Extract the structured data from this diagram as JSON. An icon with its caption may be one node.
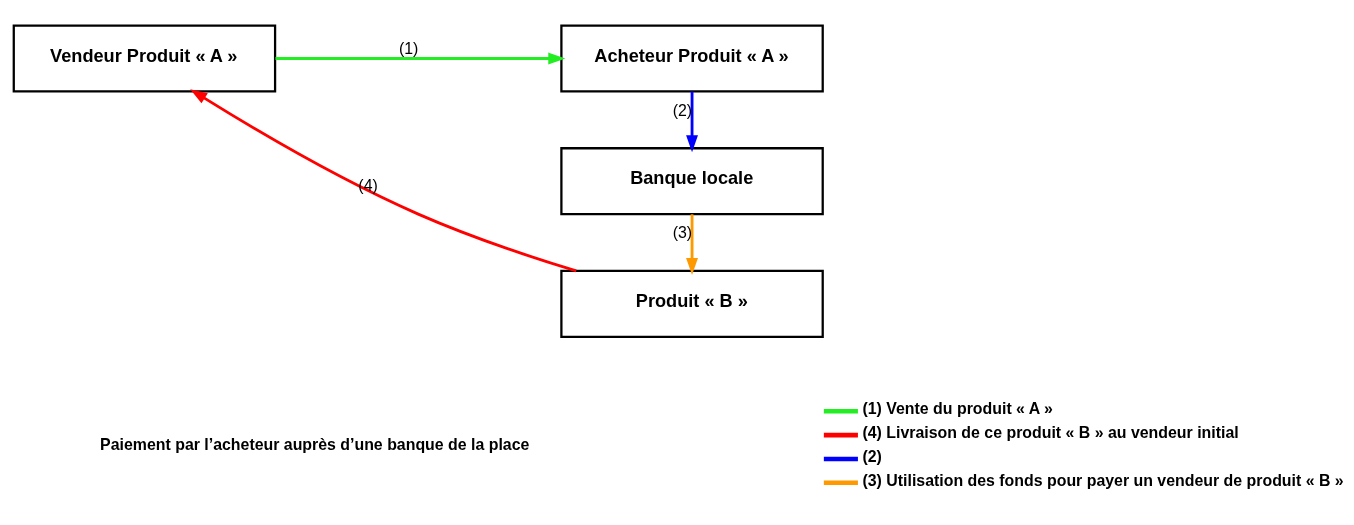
{
  "diagram": {
    "nodes": [
      {
        "text": [
          "Vendeur Produit « A »"
        ]
      },
      {
        "text": [
          "Acheteur Produit « A »"
        ]
      },
      {
        "text": [
          "Banque locale"
        ]
      },
      {
        "text": [
          "Produit « B »"
        ]
      }
    ],
    "edges": [
      {
        "from": 0,
        "to": 1,
        "arrow": "to",
        "label": "(1)",
        "color": "#22ee22"
      },
      {
        "from": 1,
        "to": 2,
        "arrow": "to",
        "label": "(2)",
        "color": "#0000ff"
      },
      {
        "from": 2,
        "to": 3,
        "arrow": "to",
        "label": "(3)",
        "color": "#ff9900"
      },
      {
        "from": 3,
        "to": 0,
        "arrow": "to",
        "label": "(4)",
        "color": "#ff0000"
      }
    ],
    "labels": [
      "Paiement par l’acheteur auprès d’une banque de la place"
    ],
    "legend": [
      {
        "text": "(1) Vente du produit « A »",
        "color": "#22ee22"
      },
      {
        "text": "(4) Livraison de ce produit « B » au vendeur initial",
        "color": "#ff0000"
      },
      {
        "text": "(2)",
        "color": "#0000ff"
      },
      {
        "text": "(3) Utilisation des fonds pour payer un vendeur de produit « B »",
        "color": "#ff9900"
      }
    ]
  }
}
